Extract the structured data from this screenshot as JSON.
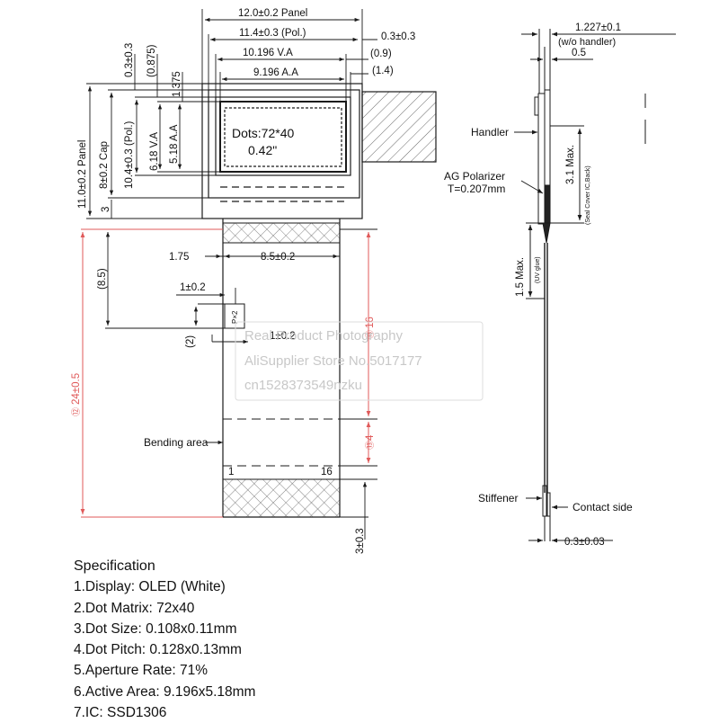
{
  "front_view": {
    "panel_dim": "12.0±0.2 Panel",
    "pol_dim": "11.4±0.3 (Pol.)",
    "pol_offset": "0.3±0.3",
    "va_dim": "10.196 V.A",
    "va_offset": "(0.9)",
    "aa_dim": "9.196 A.A",
    "aa_offset": "(1.4)",
    "top_margin": "0.3±0.3",
    "top_margin2": "(0.875)",
    "top_margin3": "1.375",
    "height_panel": "11.0±0.2 Panel",
    "height_cap": "8±0.2 Cap",
    "height_pol": "10.4±0.3 (Pol.)",
    "height_va": "6.18 V.A",
    "height_aa": "5.18 A.A",
    "bottom_margin": "3",
    "dots": "Dots:72*40",
    "diagonal": "0.42\""
  },
  "fpc": {
    "left_offset": "1.75",
    "width": "8.5±0.2",
    "pad_offset": "(8.5)",
    "pin_width": "1±0.2",
    "pitch_label": "P×2",
    "pin_pitch": "1±0.2",
    "pin_height": "(2)",
    "total_length": "24±0.5",
    "length_16": "16",
    "length_4": "4",
    "bend_label": "Bending area",
    "pin1": "1",
    "pin16": "16",
    "tail": "3±0.3",
    "marker_left": "⑫",
    "marker_mid": "⑬",
    "marker_low": "⑬"
  },
  "side_view": {
    "thickness": "1.227±0.1",
    "thickness_note": "(w/o handler)",
    "handler_thickness": "0.5",
    "handler_label": "Handler",
    "polarizer_label": "AG Polarizer",
    "polarizer_t": "T=0.207mm",
    "max_31": "3.1 Max.",
    "max_31_note": "(Seal Cover IC,Back)",
    "max_15": "1.5 Max.",
    "max_15_note": "(UV glue)",
    "stiffener_label": "Stiffener",
    "contact_label": "Contact side",
    "stiffener_t": "0.3±0.03"
  },
  "watermark": {
    "line1": "Real Product Photography",
    "line2": "AliSupplier Store No.5017177",
    "line3": "cn1528373549nzku"
  },
  "spec": {
    "title": "Specification",
    "items": [
      "1.Display:  OLED (White)",
      "2.Dot Matrix:  72x40",
      "3.Dot Size:  0.108x0.11mm",
      "4.Dot Pitch:  0.128x0.13mm",
      "5.Aperture Rate:  71%",
      "6.Active Area:  9.196x5.18mm",
      "7.IC:  SSD1306"
    ]
  },
  "colors": {
    "line": "#1a1a1a",
    "red": "#e05a5a",
    "hatch": "#555555",
    "watermark": "#cfcfcf"
  }
}
